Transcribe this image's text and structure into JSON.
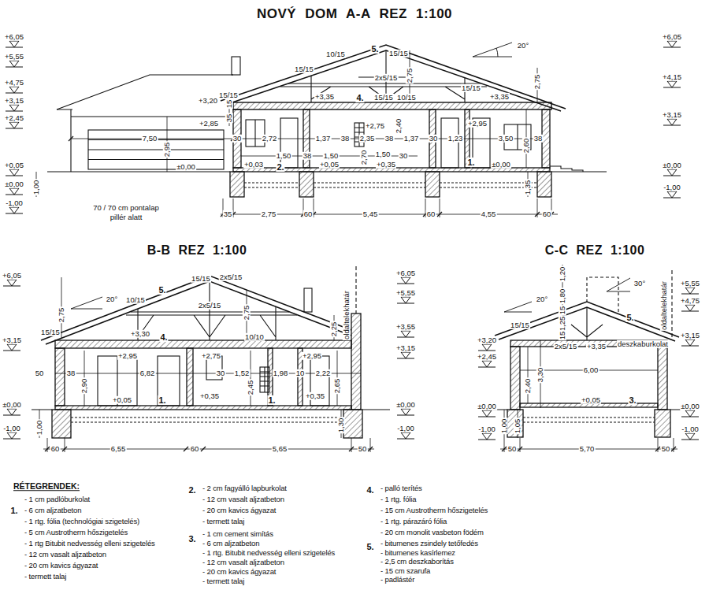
{
  "diagram": {
    "title": "NOVÝ DOM A-A REZ 1:100",
    "labels": [
      "+6,05",
      "+5,55",
      "+4,75",
      "+3,15",
      "+2,45",
      "+0,05",
      "±0,00",
      "-1,00",
      "+6,05",
      "+4,15",
      "+3,15",
      "±0,00",
      "-1,00",
      "5.",
      "15/15",
      "20°",
      "10/15",
      "15/15",
      "2x5/15",
      "2,75",
      "2,75",
      "15/15",
      "15/15",
      "+3,20",
      "+3,35",
      "4.",
      "15/15",
      "10/15",
      "+3,35",
      "15",
      "35",
      "+2,85",
      "+2,75",
      "2,40",
      "+2,95",
      "7,50",
      "30",
      "2,72",
      "1,37",
      "38",
      "2,35",
      "38",
      "1,37",
      "30",
      "1,23",
      "3,50",
      "38",
      "2,95",
      "1,50",
      "38",
      "1,50",
      "1,50",
      "30",
      "2,70",
      "2,60",
      "+0,35",
      "+0,05",
      "+0,03",
      "2.",
      "±0,00",
      "1.",
      "±0,00",
      "1,00",
      "1,35",
      "70 / 70 cm pontalap",
      "pillér alatt",
      "35",
      "2,75",
      "60",
      "5,45",
      "60",
      "4,55",
      "60",
      "B-B REZ 1:100",
      "+6,05",
      "+3,15",
      "±0,00",
      "-1,00",
      "+6,05",
      "+5,55",
      "+3,55",
      "+3,15",
      "±0,00",
      "-1,00",
      "oldaltelekhatár",
      "20°",
      "5.",
      "15/15",
      "2x5/15",
      "10/15",
      "2x5/15",
      "2,75",
      "2,75",
      "2,25",
      "15/15",
      "+3,30",
      "4.",
      "10/10",
      "+2,95",
      "+2,75",
      "+2,95",
      "50",
      "38",
      "6,82",
      "30",
      "1,52",
      "1,98",
      "10",
      "2,22",
      "2,90",
      "2,45",
      "2,65",
      "+0,05",
      "1.",
      "+0,35",
      "1.",
      "+0,35",
      "1,00",
      "1,30",
      "60",
      "6,55",
      "60",
      "5,65",
      "50",
      "C-C REZ 1:100",
      "30°",
      "20°",
      "1,20",
      "1,80",
      "15",
      "1,25",
      "15",
      "5.",
      "15/15",
      "2x5/15",
      "+3,35",
      "deszkaburkolat",
      "oldaltelekhatár",
      "+3,20",
      "+2,45",
      "±0,00",
      "-1,00",
      "+5,55",
      "+4,75",
      "+3,15",
      "±0,00",
      "-1,00",
      "6,00",
      "2,40",
      "3,30",
      "+0,05",
      "3.",
      "1,00",
      "1,05",
      "50",
      "5,70",
      "50",
      "RÉTEGRENDEK:",
      "1.",
      "- 1 cm padlóburkolat",
      "- 6 cm aljzatbeton",
      "- 1 rtg. fólia (technológiai szigetelés)",
      "- 5 cm Austrotherm hőszigetelés",
      "- 1 rtg Bitubit nedvesség elleni szigetelés",
      "- 12 cm vasalt aljzatbeton",
      "- 20 cm kavics ágyazat",
      "- termett talaj",
      "2.",
      "- 2 cm fagyálló lapburkolat",
      "- 12 cm vasalt aljzatbeton",
      "- 20 cm kavics ágyazat",
      "- termett talaj",
      "3.",
      "- 1 cm cement simítás",
      "- 6 cm aljzatbeton",
      "- 1 rtg. Bitubit nedvesség elleni szigetelés",
      "- 12 cm vasalt aljzatbeton",
      "- 20 cm kavics ágyazat",
      "- termett talaj",
      "4.",
      "- palló terítés",
      "- 1 rtg. fólia",
      "- 15 cm Austrotherm hőszigetelés",
      "- 1 rtg. párazáró fólia",
      "- 20 cm monolit vasbeton födém",
      "5.",
      "- bitumenes zsindely tetőfedés",
      "- bitumenes kasírlemez",
      "- 2,5 cm deszkaborítás",
      "- 15 cm szarufa",
      "- padlástér"
    ]
  }
}
